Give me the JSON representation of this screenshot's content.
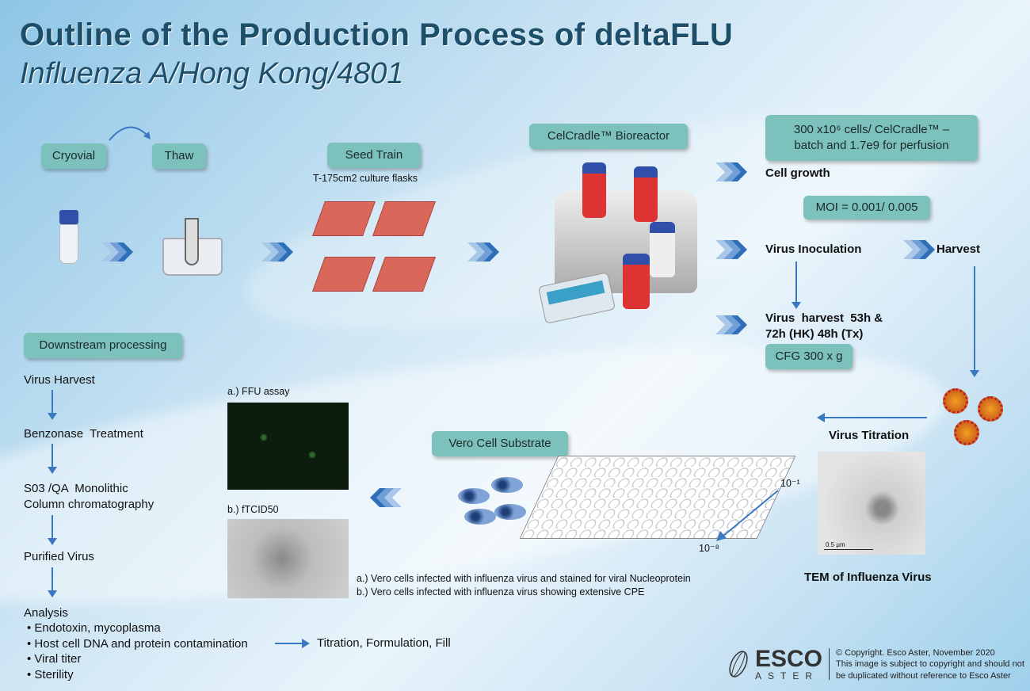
{
  "header": {
    "title": "Outline of the Production Process of deltaFLU",
    "subtitle": "Influenza A/Hong Kong/4801"
  },
  "upstream": {
    "cryovial": "Cryovial",
    "thaw": "Thaw",
    "seed_train": "Seed Train",
    "flasks_label": "T-175cm2 culture flasks",
    "bioreactor": "CelCradle™ Bioreactor",
    "cells_box_line1": "300 x10⁶ cells/ CelCradle™ –",
    "cells_box_line2": "batch and 1.7e9 for perfusion",
    "cell_growth": "Cell growth",
    "moi": "MOI = 0.001/ 0.005",
    "virus_inoculation": "Virus Inoculation",
    "harvest": "Harvest",
    "virus_harvest_line1": "Virus  harvest  53h &",
    "virus_harvest_line2": "72h (HK) 48h (Tx)",
    "cfg": "CFG 300 x g"
  },
  "titration": {
    "virus_titration": "Virus Titration",
    "tem_caption": "TEM of Influenza Virus",
    "scale_bar": "0.5 µm",
    "vero": "Vero Cell Substrate",
    "dilution_start": "10⁻¹",
    "dilution_end": "10⁻⁸",
    "ffu_label": "a.) FFU assay",
    "tcid_label": "b.) fTCID50",
    "caption_a": "a.) Vero cells infected with influenza virus and stained for viral Nucleoprotein",
    "caption_b": "b.) Vero cells infected with influenza virus showing extensive CPE"
  },
  "downstream": {
    "title": "Downstream processing",
    "steps": [
      "Virus Harvest",
      "Benzonase  Treatment",
      "S03 /QA  Monolithic",
      "Column chromatography",
      "Purified Virus",
      "Analysis"
    ],
    "analysis_items": [
      "Endotoxin, mycoplasma",
      "Host cell DNA and protein contamination",
      "Viral titer",
      "Sterility"
    ],
    "final": "Titration, Formulation, Fill"
  },
  "footer": {
    "logo_top": "ESCO",
    "logo_bottom": "ASTER",
    "line1": "© Copyright. Esco Aster, November 2020",
    "line2": "This image is subject to copyright and should not",
    "line3": "be duplicated without reference to Esco Aster"
  },
  "colors": {
    "title": "#1d4f6a",
    "pill": "#7cc1bb",
    "arrow": "#3a78c2"
  }
}
